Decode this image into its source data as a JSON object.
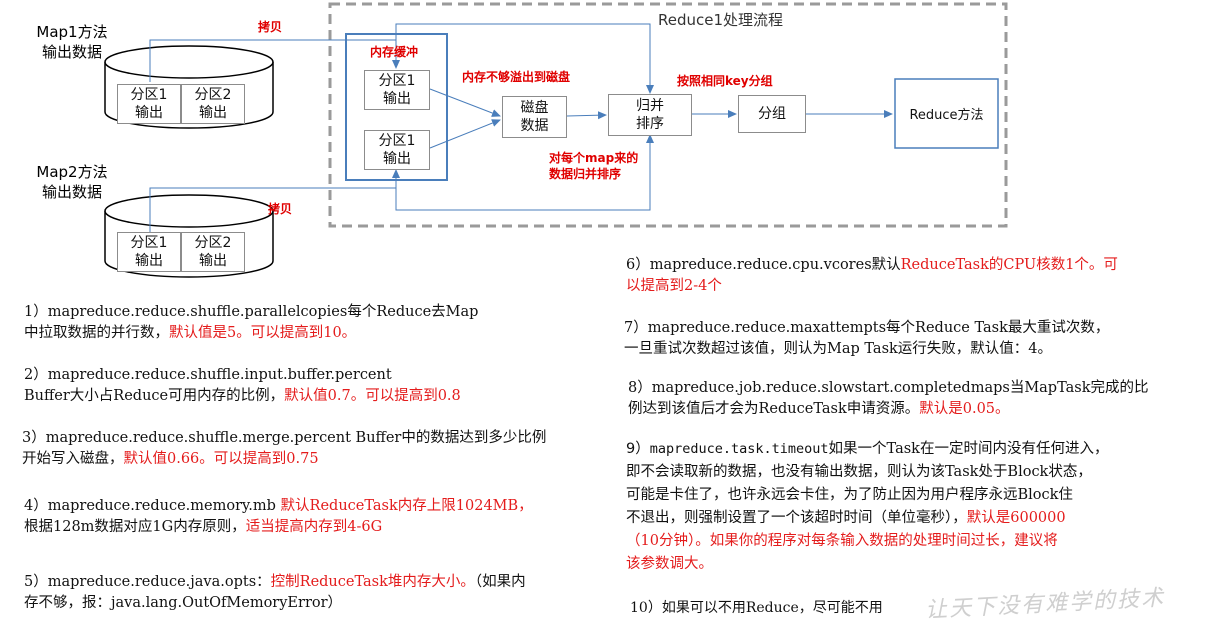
{
  "diagram": {
    "reduce_title": "Reduce1处理流程",
    "map1_label": [
      "Map1方法",
      "输出数据"
    ],
    "map2_label": [
      "Map2方法",
      "输出数据"
    ],
    "partition_cells": [
      [
        "分区1",
        "输出"
      ],
      [
        "分区2",
        "输出"
      ]
    ],
    "copy_label": "拷贝",
    "memory_buffer_label": "内存缓冲",
    "buffer_partitions": [
      [
        "分区1",
        "输出"
      ],
      [
        "分区1",
        "输出"
      ]
    ],
    "spill_label": "内存不够溢出到磁盘",
    "disk_label": [
      "磁盘",
      "数据"
    ],
    "merge_sort_label": [
      "归并",
      "排序"
    ],
    "merge_note": [
      "对每个map来的",
      "数据归并排序"
    ],
    "group_by_key_label": "按照相同key分组",
    "group_label": "分组",
    "reduce_method_label": "Reduce方法",
    "colors": {
      "accent_blue": "#4a7ebb",
      "dashed_gray": "#9a9a9a",
      "red": "#e41c1c"
    }
  },
  "notes": {
    "n1": {
      "l1": "1）mapreduce.reduce.shuffle.parallelcopies每个Reduce去Map",
      "l2a": "中拉取数据的并行数，",
      "l2b": "默认值是5。可以提高到10。"
    },
    "n2": {
      "l1": "2）mapreduce.reduce.shuffle.input.buffer.percent",
      "l2a": "Buffer大小占Reduce可用内存的比例，",
      "l2b": "默认值0.7。可以提高到0.8"
    },
    "n3": {
      "l1": "3）mapreduce.reduce.shuffle.merge.percent Buffer中的数据达到多少比例",
      "l2a": "开始写入磁盘，",
      "l2b": "默认值0.66。可以提高到0.75"
    },
    "n4": {
      "l1a": "4）mapreduce.reduce.memory.mb ",
      "l1b": "默认ReduceTask内存上限1024MB，",
      "l2a": "根据128m数据对应1G内存原则，",
      "l2b": "适当提高内存到4-6G"
    },
    "n5": {
      "l1a": "5）mapreduce.reduce.java.opts：",
      "l1b": "控制ReduceTask堆内存大小。",
      "l1c": "（如果内",
      "l2": "存不够，报：java.lang.OutOfMemoryError）"
    },
    "n6": {
      "l1a": "6）mapreduce.reduce.cpu.vcores默认",
      "l1b": "ReduceTask的CPU核数1个。可",
      "l2": "以提高到2-4个"
    },
    "n7": {
      "l1": "7）mapreduce.reduce.maxattempts每个Reduce Task最大重试次数，",
      "l2": "一旦重试次数超过该值，则认为Map Task运行失败，默认值：4。"
    },
    "n8": {
      "l1": "8）mapreduce.job.reduce.slowstart.completedmaps当MapTask完成的比",
      "l2a": "例达到该值后才会为ReduceTask申请资源。",
      "l2b": "默认是0.05。"
    },
    "n9": {
      "l1a": "9）",
      "l1b": "mapreduce.task.timeout",
      "l1c": "如果一个Task在一定时间内没有任何进入，",
      "l2": "即不会读取新的数据，也没有输出数据，则认为该Task处于Block状态，",
      "l3": "可能是卡住了，也许永远会卡住，为了防止因为用户程序永远Block住",
      "l4a": "不退出，则强制设置了一个该超时时间（单位毫秒），",
      "l4b": "默认是600000",
      "l5": "（10分钟）。如果你的程序对每条输入数据的处理时间过长，建议将",
      "l6": "该参数调大。"
    },
    "n10": {
      "l1": "10）如果可以不用Reduce，尽可能不用"
    }
  },
  "watermark": "让天下没有难学的技术"
}
